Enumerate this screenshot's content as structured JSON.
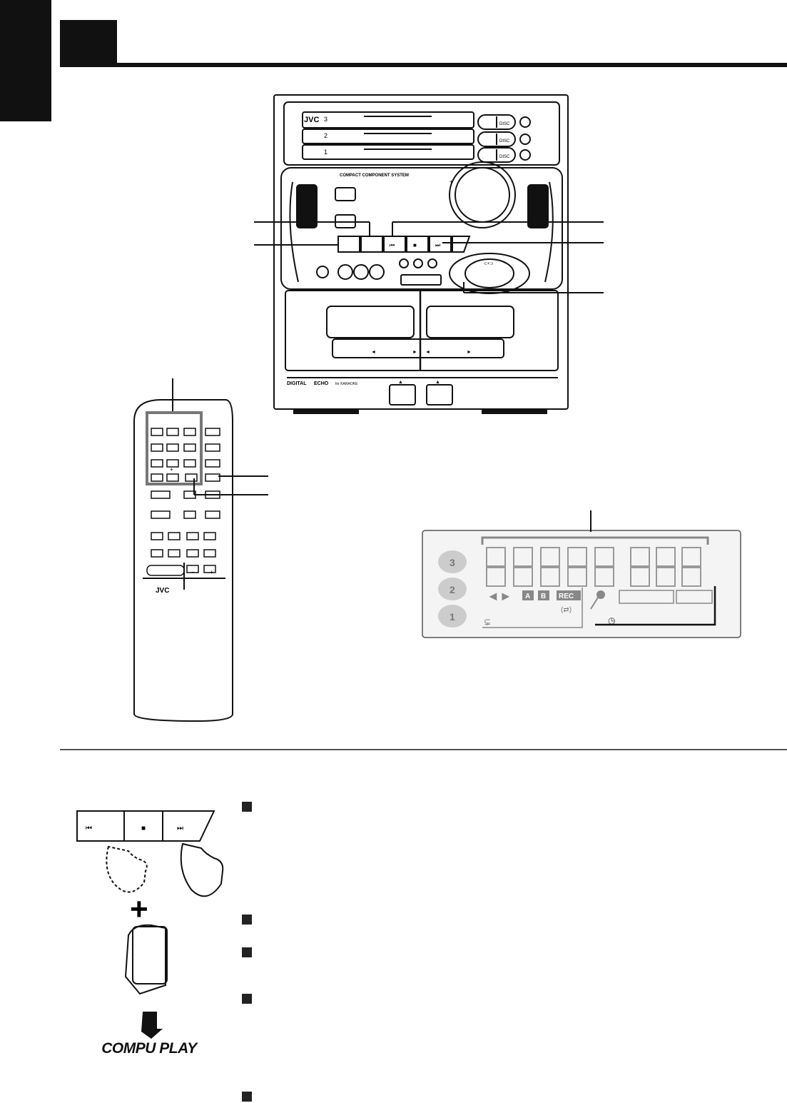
{
  "unit": {
    "brand": "JVC",
    "system_label": "COMPACT COMPONENT SYSTEM",
    "disc_numbers": [
      "3",
      "2",
      "1"
    ],
    "disc_button_label": "DISC",
    "transport_prev_glyph": "⏮",
    "transport_stop_glyph": "■",
    "transport_next_glyph": "⏭",
    "cursor_center_label": "⊂+⊃",
    "deck_left_arrows": [
      "◄",
      "►"
    ],
    "deck_right_arrows": [
      "◄",
      "►"
    ],
    "echo_label_1": "DIGITAL",
    "echo_label_2": "ECHO",
    "echo_label_3": "for KARAOKE",
    "eject_glyph": "▲",
    "volume_plus": "+"
  },
  "remote": {
    "brand": "JVC",
    "plus_glyph": "+",
    "minus_glyph": "−",
    "vol_plus_glyph": "+"
  },
  "display": {
    "disc_icons": [
      "3",
      "2",
      "1"
    ],
    "badge_a": "A",
    "badge_b": "B",
    "badge_rec": "REC",
    "play_glyphs": "◄►",
    "repeat_glyph": "(⇄)",
    "loop_glyph": "⊊",
    "clock_glyph": "◷"
  },
  "illustration": {
    "prev_glyph": "⏮",
    "stop_glyph": "■",
    "next_glyph": "⏭",
    "plus_glyph": "+",
    "compu_play_logo": "COMPU PLAY"
  },
  "colors": {
    "ink": "#111111",
    "panel": "#f4f4f4",
    "gray": "#888888"
  }
}
